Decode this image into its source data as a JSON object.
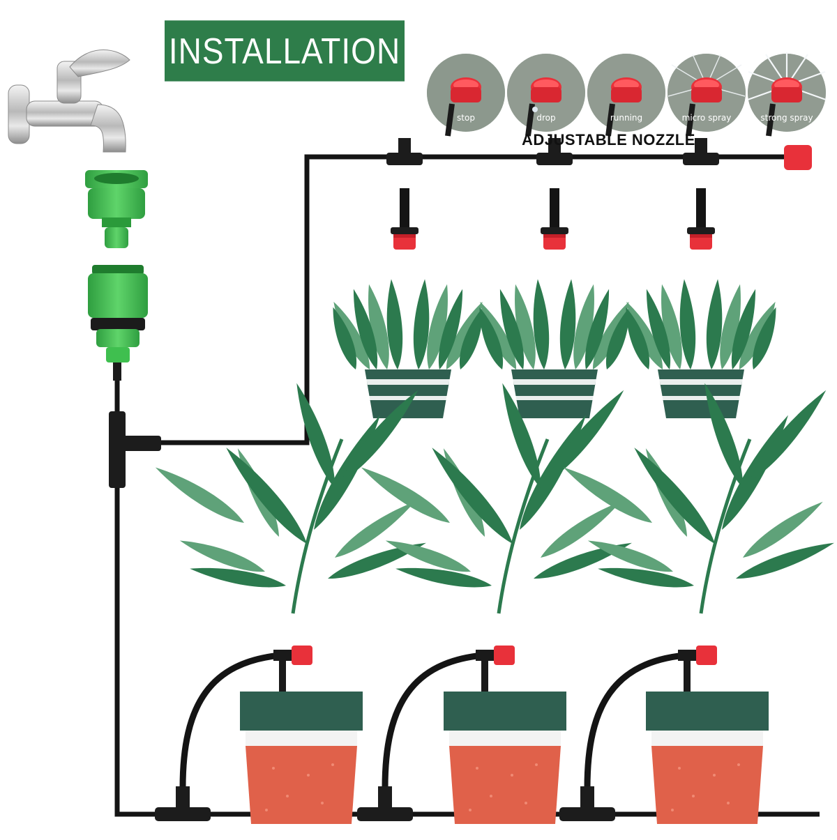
{
  "banner": {
    "title": "INSTALLATION"
  },
  "nozzle": {
    "title": "ADJUSTABLE NOZZLE",
    "modes": [
      "stop",
      "drop",
      "running",
      "micro spray",
      "strong spray"
    ]
  },
  "colors": {
    "banner_green": "#2e7d4a",
    "pipe": "#141414",
    "nozzle_red": "#e8313a",
    "leaf_dark": "#2c7a4e",
    "leaf_light": "#5fa279",
    "pot_dark": "#2f5f50",
    "pot_terracotta": "#e0614a",
    "connector_green": "#3fbf4f"
  },
  "icons": [
    "faucet-icon",
    "hose-connector-icon",
    "tube-adapter-icon",
    "dripper-icon",
    "tee-connector-icon"
  ]
}
